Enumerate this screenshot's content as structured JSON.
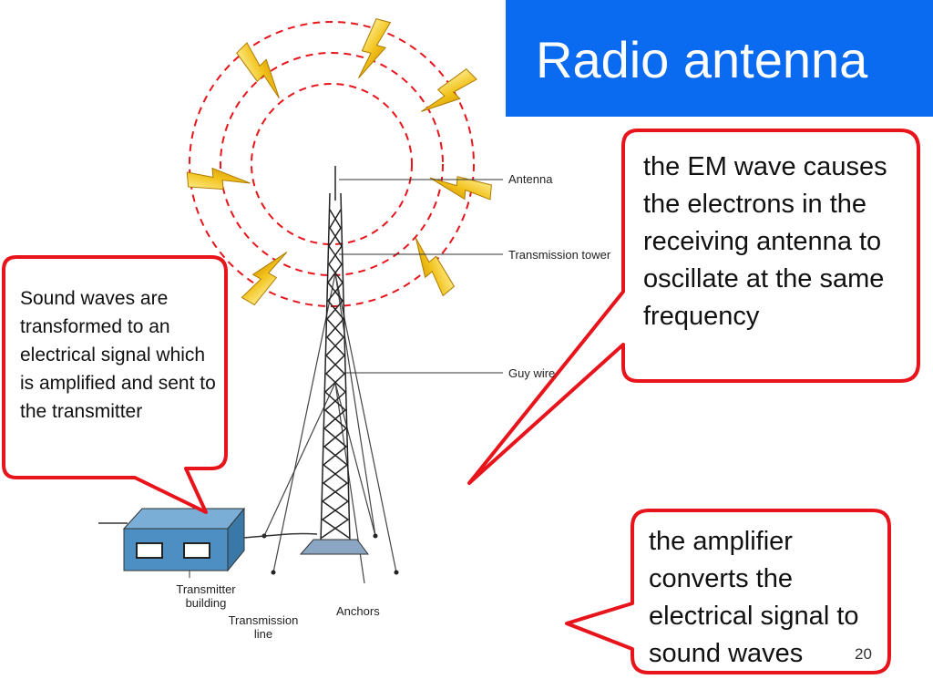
{
  "slide": {
    "title": "Radio antenna",
    "number": "20"
  },
  "diagram_labels": {
    "antenna": "Antenna",
    "tower": "Transmission tower",
    "guy_wire": "Guy wire",
    "anchors": "Anchors",
    "transmitter_building": "Transmitter\nbuilding",
    "transmission_line": "Transmission\nline"
  },
  "callouts": {
    "left": "Sound waves are transformed to an electrical signal which is amplified and sent to the transmitter",
    "right": "the EM wave causes the electrons in the receiving antenna to oscillate at the same frequency",
    "bottom": "the amplifier converts the electrical signal to sound waves"
  },
  "colors": {
    "title_bar": "#0b6bf0",
    "callout_border": "#e8141b",
    "wave_circles": "#e8141b",
    "lightning": "#f2c21b",
    "building": "#4d8fc2"
  }
}
